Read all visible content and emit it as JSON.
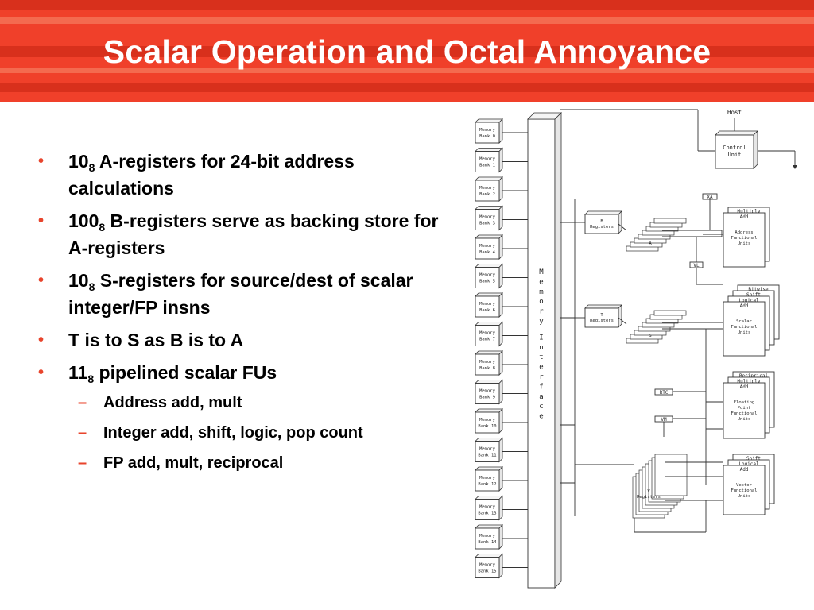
{
  "slide": {
    "title": "Scalar Operation and Octal Annoyance",
    "bullets": [
      {
        "pre": "10",
        "sub": "8",
        "post": " A-registers for 24-bit address calculations"
      },
      {
        "pre": "100",
        "sub": "8",
        "post": " B-registers serve as backing store for A-registers"
      },
      {
        "pre": "10",
        "sub": "8",
        "post": " S-registers for source/dest of scalar integer/FP insns"
      },
      {
        "pre": "T is to S as B is to A",
        "sub": "",
        "post": ""
      },
      {
        "pre": "11",
        "sub": "8",
        "post": " pipelined scalar FUs"
      }
    ],
    "subbullets": [
      "Address add, mult",
      "Integer add, shift, logic, pop count",
      "FP add, mult, reciprocal"
    ],
    "bullet_marker": "•",
    "sub_marker": "–",
    "colors": {
      "band": "#f0402a",
      "band_dark": "#d8301c",
      "marker": "#e8442c"
    }
  },
  "diagram": {
    "memory_banks": [
      "Memory Bank 0",
      "Memory Bank 1",
      "Memory Bank 2",
      "Memory Bank 3",
      "Memory Bank 4",
      "Memory Bank 5",
      "Memory Bank 6",
      "Memory Bank 7",
      "Memory Bank 8",
      "Memory Bank 9",
      "Memory Bank 10",
      "Memory Bank 11",
      "Memory Bank 12",
      "Memory Bank 13",
      "Memory Bank 14",
      "Memory Bank 15"
    ],
    "memory_interface": [
      "M",
      "e",
      "m",
      "o",
      "r",
      "y",
      "I",
      "n",
      "t",
      "e",
      "r",
      "f",
      "a",
      "c",
      "e"
    ],
    "host": "Host",
    "control_unit": [
      "Control",
      "Unit"
    ],
    "b_registers": [
      "B",
      "Registers"
    ],
    "t_registers": [
      "T",
      "Registers"
    ],
    "v_registers": [
      "V",
      "Registers"
    ],
    "a_label": "A",
    "s_label": "S",
    "xa_label": "XA",
    "vl_label": "VL",
    "rtc_label": "RTC",
    "vm_label": "VM",
    "address_units": {
      "tabs": [
        "Multiply",
        "Add"
      ],
      "name": [
        "Address",
        "Functional",
        "Units"
      ]
    },
    "scalar_units": {
      "tabs": [
        "Bitwise",
        "Shift",
        "Logical",
        "Add"
      ],
      "name": [
        "Scalar",
        "Functional",
        "Units"
      ]
    },
    "fp_units": {
      "tabs": [
        "Reciprical",
        "Multiply",
        "Add"
      ],
      "name": [
        "Floating",
        "Point",
        "Functional",
        "Units"
      ]
    },
    "vector_units": {
      "tabs": [
        "Shift",
        "Logical",
        "Add"
      ],
      "name": [
        "Vector",
        "Functional",
        "Units"
      ]
    }
  }
}
